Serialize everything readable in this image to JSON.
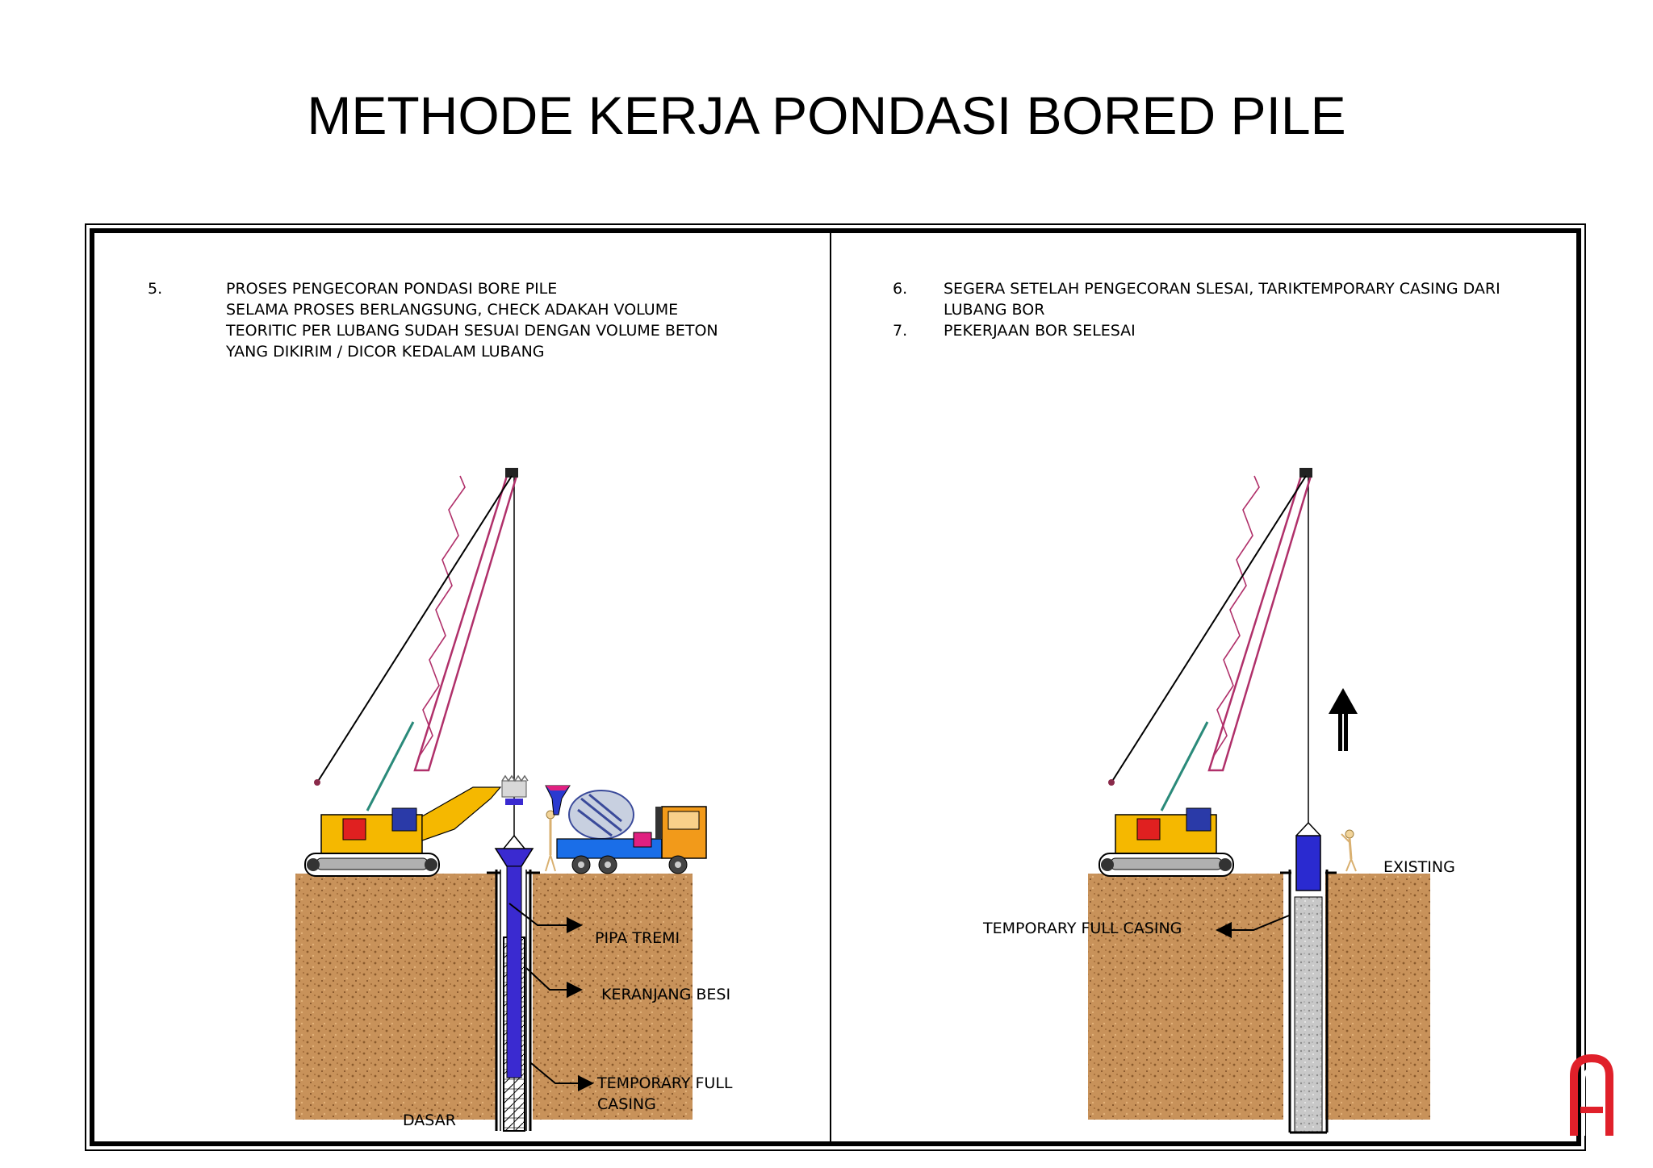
{
  "title": "METHODE KERJA PONDASI BORED PILE",
  "left_panel": {
    "step_number": "5.",
    "step_lines": [
      "PROSES PENGECORAN PONDASI BORE PILE",
      "SELAMA PROSES BERLANGSUNG, CHECK  ADAKAH VOLUME",
      "TEORITIC PER LUBANG SUDAH SESUAI DENGAN VOLUME  BETON",
      "YANG DIKIRIM / DICOR KEDALAM LUBANG"
    ],
    "labels": {
      "pipa_tremi": "PIPA TREMI",
      "keranjang_besi": "KERANJANG BESI",
      "temporary_casing_1": "TEMPORARY FULL",
      "temporary_casing_2": "CASING",
      "dasar": "DASAR"
    }
  },
  "right_panel": {
    "step6_number": "6.",
    "step6_lines": [
      "SEGERA SETELAH PENGECORAN SLESAI, TARIKTEMPORARY CASING  DARI",
      "LUBANG BOR"
    ],
    "step7_number": "7.",
    "step7_line": "PEKERJAAN BOR SELESAI",
    "labels": {
      "existing": "EXISTING",
      "temporary_full_casing": "TEMPORARY FULL CASING"
    }
  },
  "colors": {
    "soil": "#c8925a",
    "boom": "#b0306a",
    "crane_body": "#f5b800",
    "pipe": "#3a2ad0",
    "truck_cab": "#f29a1a",
    "truck_chassis": "#1a6ee8",
    "concrete": "#c8c8c8",
    "logo": "#e0202a"
  },
  "icons": {
    "crane_left": "crawler-crane-icon",
    "crane_right": "crawler-crane-icon",
    "mixer_truck": "concrete-mixer-truck-icon",
    "pull_arrow": "arrow-up-icon",
    "logo": "company-logo-icon"
  }
}
